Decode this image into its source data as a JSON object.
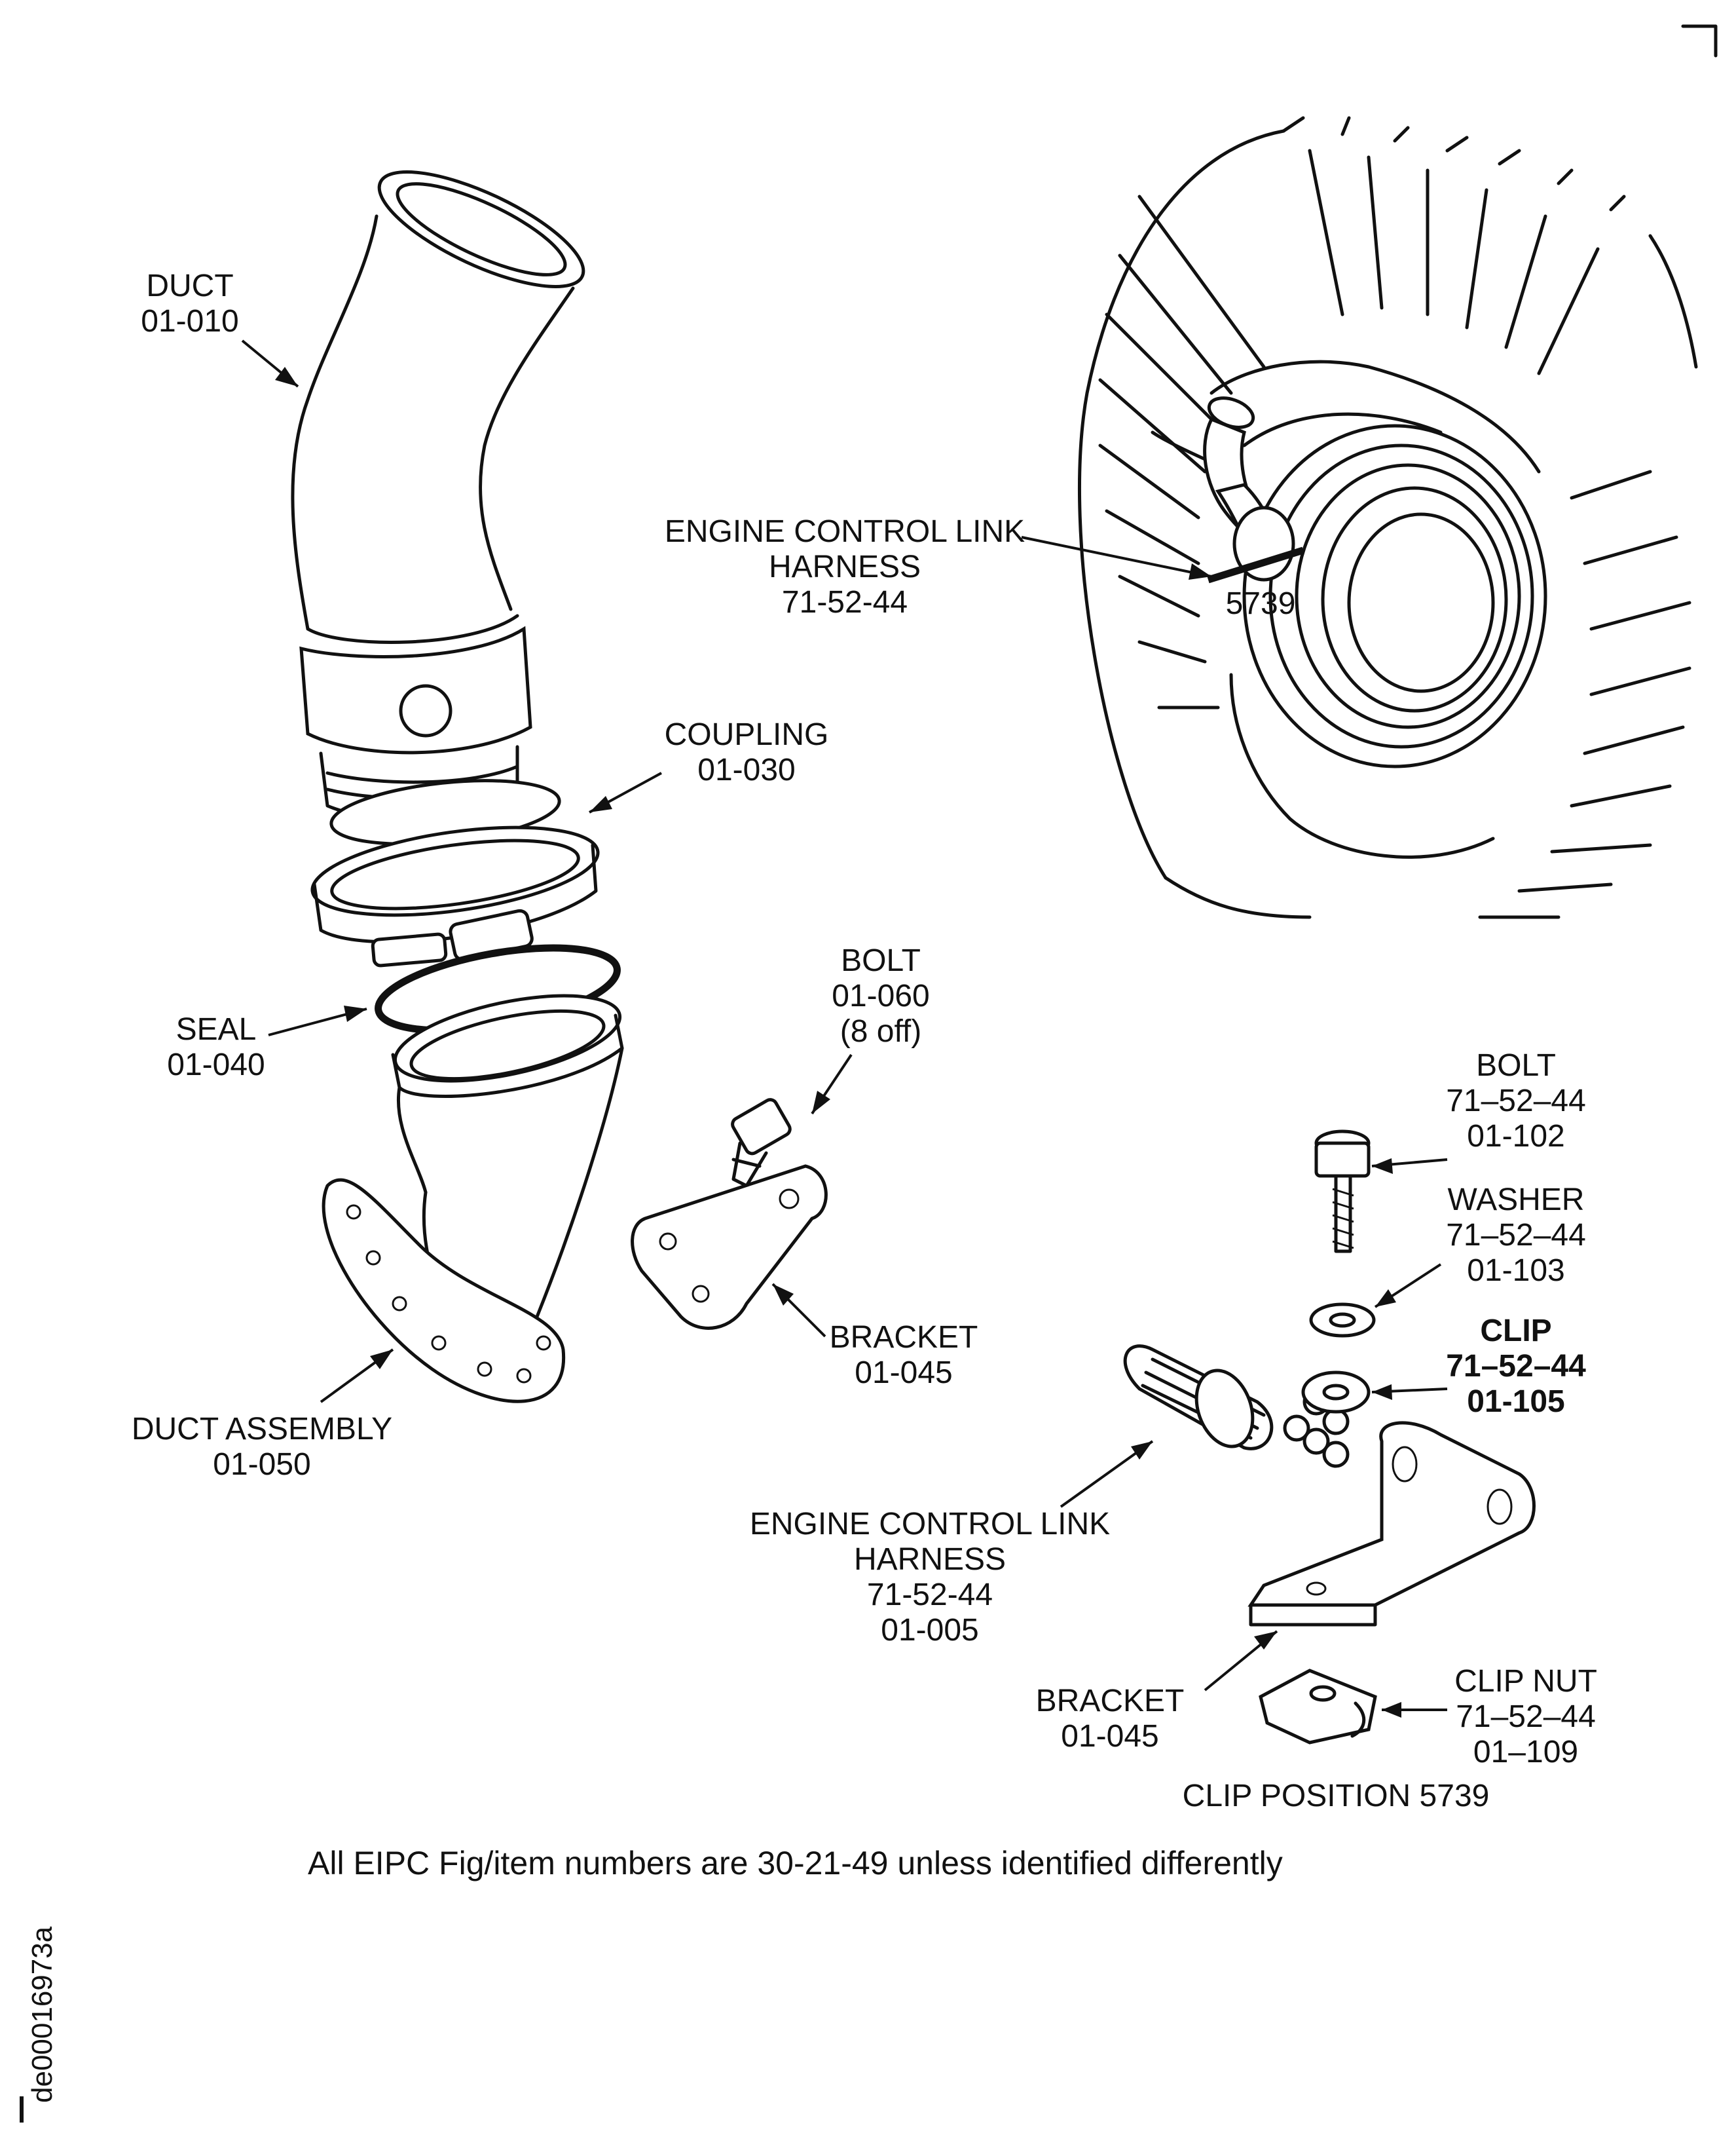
{
  "labels": {
    "duct": {
      "name": "DUCT",
      "ref": "01-010"
    },
    "ecl_harness_top": {
      "name": "ENGINE CONTROL LINK",
      "name2": "HARNESS",
      "ref": "71-52-44"
    },
    "clip_pos_callout": "5739",
    "coupling": {
      "name": "COUPLING",
      "ref": "01-030"
    },
    "seal": {
      "name": "SEAL",
      "ref": "01-040"
    },
    "bolt_060": {
      "name": "BOLT",
      "ref": "01-060",
      "qty": "(8 off)"
    },
    "bracket_045_mid": {
      "name": "BRACKET",
      "ref": "01-045"
    },
    "duct_assembly": {
      "name": "DUCT ASSEMBLY",
      "ref": "01-050"
    },
    "bolt_102": {
      "name": "BOLT",
      "chapter": "71–52–44",
      "ref": "01-102"
    },
    "washer_103": {
      "name": "WASHER",
      "chapter": "71–52–44",
      "ref": "01-103"
    },
    "clip_105": {
      "name": "CLIP",
      "chapter": "71–52–44",
      "ref": "01-105"
    },
    "ecl_harness_detail": {
      "name": "ENGINE CONTROL LINK",
      "name2": "HARNESS",
      "chapter": "71-52-44",
      "ref": "01-005"
    },
    "bracket_045_detail": {
      "name": "BRACKET",
      "ref": "01-045"
    },
    "clip_nut_109": {
      "name": "CLIP NUT",
      "chapter": "71–52–44",
      "ref": "01–109"
    }
  },
  "detail_title": "CLIP POSITION 5739",
  "footnote": "All EIPC Fig/item numbers are  30-21-49  unless identified differently",
  "figure_id": "de00016973a",
  "colors": {
    "ink": "#111111",
    "paper": "#ffffff"
  }
}
